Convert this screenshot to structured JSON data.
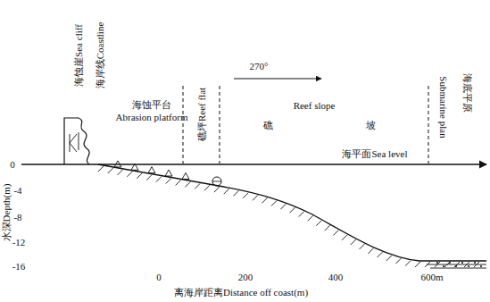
{
  "diagram": {
    "labels": [
      "海蚀崖Sea cliff",
      "海岸线Coastline",
      "海蚀平台",
      "Abrasion platform",
      "礁坪Reef flat",
      "270°",
      "Reef slope",
      "礁",
      "坡",
      "Submarine plan",
      "海底平原",
      "海平面Sea level",
      "0",
      "-4",
      "-8",
      "-12",
      "-16",
      "水深Depth(m)",
      "0",
      "200",
      "400",
      "600m",
      "离海岸距离Distance off coast(m)"
    ]
  }
}
